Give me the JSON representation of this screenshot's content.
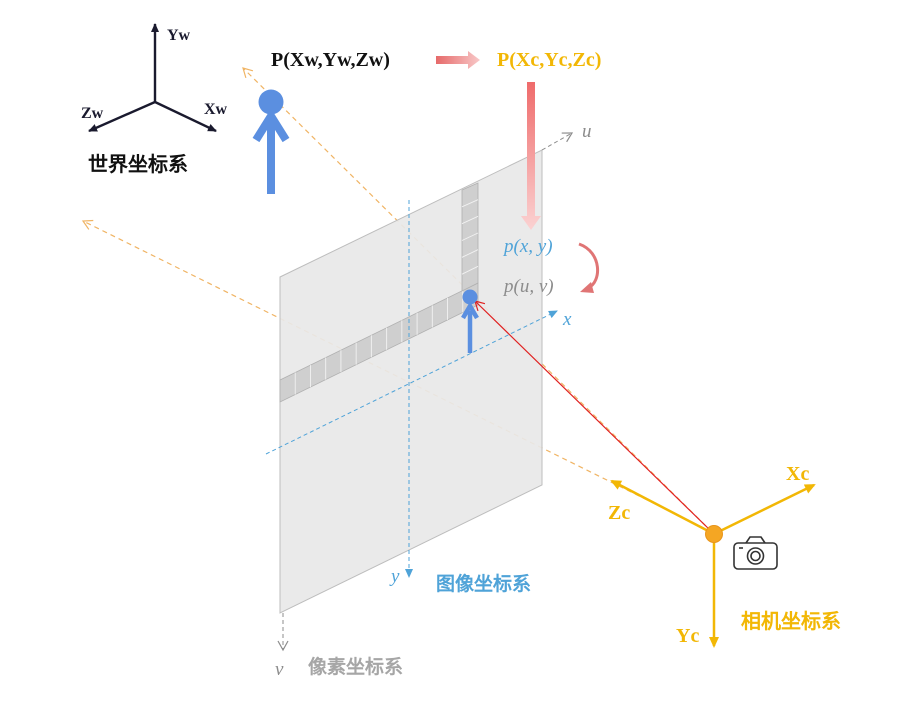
{
  "world": {
    "axis_y": "Yw",
    "axis_z": "Zw",
    "axis_x": "Xw",
    "label": "世界坐标系",
    "point_label": "P(Xw,Yw,Zw)"
  },
  "camera": {
    "point_label": "P(Xc,Yc,Zc)",
    "axis_x": "Xc",
    "axis_z": "Zc",
    "axis_y": "Yc",
    "label": "相机坐标系",
    "icon": "camera-icon"
  },
  "image": {
    "axis_x": "x",
    "axis_y": "y",
    "label": "图像坐标系",
    "point_label": "p(x, y)"
  },
  "pixel": {
    "axis_u": "u",
    "axis_v": "v",
    "label": "像素坐标系",
    "point_label": "p(u, v)"
  },
  "colors": {
    "world": "#1a1a2e",
    "camera": "#f2b705",
    "image": "#4fa3d8",
    "pixel": "#8c8c8c",
    "person": "#5b8fe0",
    "arrow": "#ef7f7f",
    "ray": "#e02020",
    "guide": "#f0b464"
  }
}
